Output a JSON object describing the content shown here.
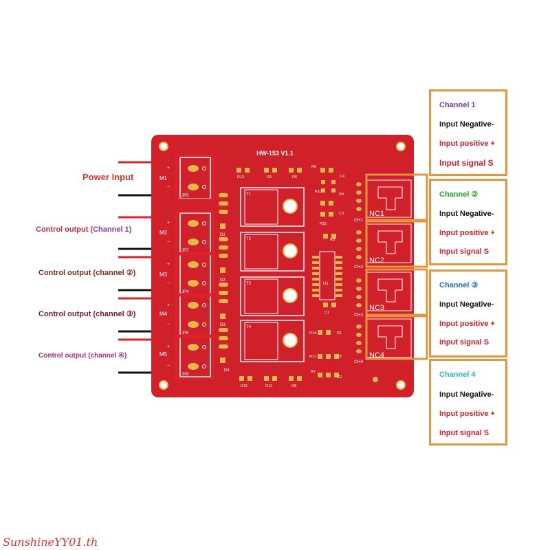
{
  "board": {
    "title": "HW-153 V1.1",
    "connectors": [
      {
        "label": "M1",
        "jp": "JP5"
      },
      {
        "label": "M2",
        "jp": "JP7"
      },
      {
        "label": "M3",
        "jp": "JP4"
      },
      {
        "label": "M4",
        "jp": "JP6"
      },
      {
        "label": "M5",
        "jp": "JP8"
      }
    ],
    "polarity": {
      "plus": "+",
      "minus": "−"
    },
    "transistors": [
      "T1",
      "T2",
      "T3",
      "T4"
    ],
    "diodes": [
      "D1",
      "D2",
      "D3",
      "D4"
    ],
    "channels": [
      "CH1",
      "CH2",
      "CH3",
      "CH4"
    ],
    "nc": [
      "NC1",
      "NC2",
      "NC3",
      "NC4"
    ],
    "resistors_top": [
      "R13",
      "R9",
      "R5"
    ],
    "resistors_bottom": [
      "R16",
      "R12",
      "R8"
    ],
    "ic": "U1",
    "misc": [
      "R6",
      "C4",
      "R10",
      "R4",
      "C3",
      "R15",
      "R3",
      "C1",
      "R14",
      "R1",
      "R11",
      "R2",
      "R7",
      "C2"
    ]
  },
  "left_labels": [
    {
      "text": "Power Input",
      "color": "#e0342c"
    },
    {
      "text": "Control output",
      "paren": "(Channel 1)",
      "color": "#c0303a",
      "paren_color": "#8a3c9e"
    },
    {
      "text": "Control output (channel ②)",
      "color": "#7a2e1e"
    },
    {
      "text": "Control output (channel ③)",
      "color": "#6b1e3a"
    },
    {
      "text": "Control output (channel ④)",
      "color": "#b0306a"
    }
  ],
  "channel_boxes": [
    {
      "title": "Channel 1",
      "title_color": "#7040a8",
      "neg": "Input Negative-",
      "pos": "Input positive +",
      "sig": "Input signal S"
    },
    {
      "title": "Channel ②",
      "title_color": "#2ca02c",
      "neg": "Input Negative-",
      "pos": "Input positive +",
      "sig": "Input signal S"
    },
    {
      "title": "Channel ③",
      "title_color": "#1f6fc0",
      "neg": "Input Negative-",
      "pos": "Input positive +",
      "sig": "Input signal S"
    },
    {
      "title": "Channel 4",
      "title_color": "#29b6d0",
      "neg": "Input Negative-",
      "pos": "Input positive +",
      "sig": "Input signal S"
    }
  ],
  "colors": {
    "board": "#d0202a",
    "pad": "#e8b84a",
    "highlight_box": "#e8943a",
    "connector_outline": "#f7d0d0",
    "neg_text": "#111111",
    "pos_text": "#d0202a",
    "sig_text": "#d0202a"
  },
  "watermark": "SunshineYY01.th"
}
